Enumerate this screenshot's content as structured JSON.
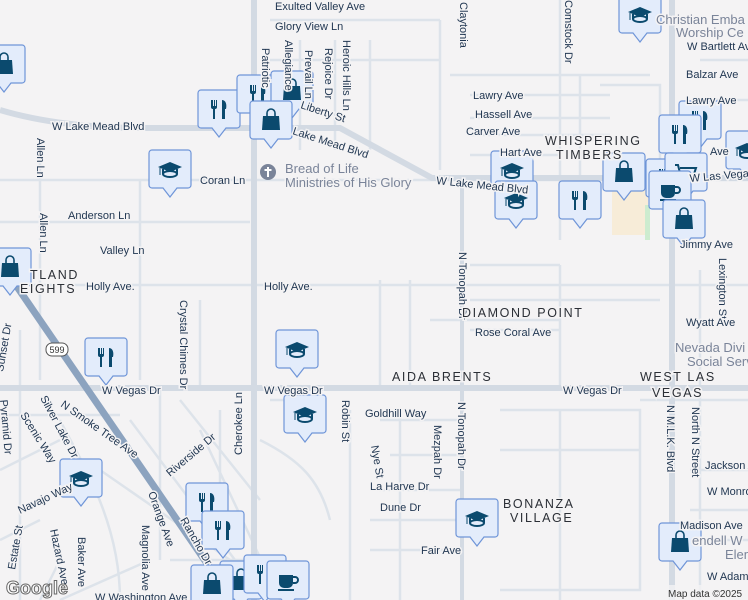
{
  "map": {
    "colors": {
      "background": "#f4f3f4",
      "road": "#d3dae3",
      "highway": "#8ca3bf",
      "marker_fill": "#e3ecfb",
      "marker_border": "#6f95d8",
      "icon": "#0b4a6e"
    },
    "streets": [
      "Exulted Valley Ave",
      "Glory View Ln",
      "Patriotic",
      "Allegiance",
      "Prevail Ln",
      "Rejoice Dr",
      "Heroic Hills Ln",
      "W Lake Mead Blvd",
      "Lake Mead Blvd",
      "Coran Ln",
      "Allen Ln",
      "Allen Ln",
      "Anderson Ln",
      "Valley Ln",
      "Holly Ave.",
      "Holly Ave.",
      "Crystal Chimes Dr",
      "Sunset Dr",
      "W Vegas Dr",
      "W Vegas Dr",
      "W Vegas Dr",
      "N Smoke Tree Ave",
      "Silver Lake Dr",
      "Scenic Way",
      "Navajo Way",
      "Riverside Dr",
      "Cherokee Ln",
      "Orange Ave",
      "Magnolia Ave",
      "Hazard Ave",
      "Baker Ave",
      "Rancho Dr",
      "W Washington Ave",
      "Robin St",
      "Goldhill Way",
      "Nye St",
      "Mezpah Dr",
      "N Tonopah Dr",
      "La Harve Dr",
      "Dune Dr",
      "Fair Ave",
      "Claytonia",
      "Comstock Dr",
      "Lawry Ave",
      "Hassell Ave",
      "Carver Ave",
      "Hart Ave",
      "W Lake Mead Blvd",
      "W Bartlett Ave",
      "Balzar Ave",
      "Lawry Ave",
      "Jimmy Ave",
      "Lexington St",
      "N M.L.K. Blvd",
      "North N Street",
      "Wyatt Ave",
      "Rose Coral Ave",
      "Jackson Ave",
      "W Monroe Ave",
      "Madison Ave",
      "W Adams Ave",
      "Pyramid Dr",
      "Liberty St",
      "Estate St",
      "N Tonopah Dr",
      "Ave",
      "W Las Vegas"
    ],
    "neighborhoods": [
      "WHISPERING",
      "TIMBERS",
      "DIAMOND POINT",
      "AIDA BRENTS",
      "WEST LAS",
      "VEGAS",
      "BONANZA",
      "VILLAGE",
      "TLAND",
      "EIGHTS"
    ],
    "places": [
      "Bread of Life",
      "Ministries of His Glory",
      "Christian Emba",
      "Worship Ce",
      "Nevada Divi",
      "Social Serv",
      "endell W",
      "Elem"
    ],
    "route_shield": "599",
    "pois": [
      "shopping",
      "restaurant",
      "restaurant",
      "shopping",
      "shopping",
      "school",
      "shopping",
      "school",
      "restaurant",
      "restaurant",
      "restaurant",
      "cart",
      "school",
      "shopping",
      "school",
      "school",
      "restaurant",
      "coffee",
      "shopping",
      "restaurant",
      "school",
      "school",
      "school",
      "restaurant",
      "restaurant",
      "school",
      "shopping",
      "shopping",
      "restaurant",
      "coffee",
      "shopping"
    ],
    "logo": "Google",
    "attribution": "Map data ©2025"
  }
}
